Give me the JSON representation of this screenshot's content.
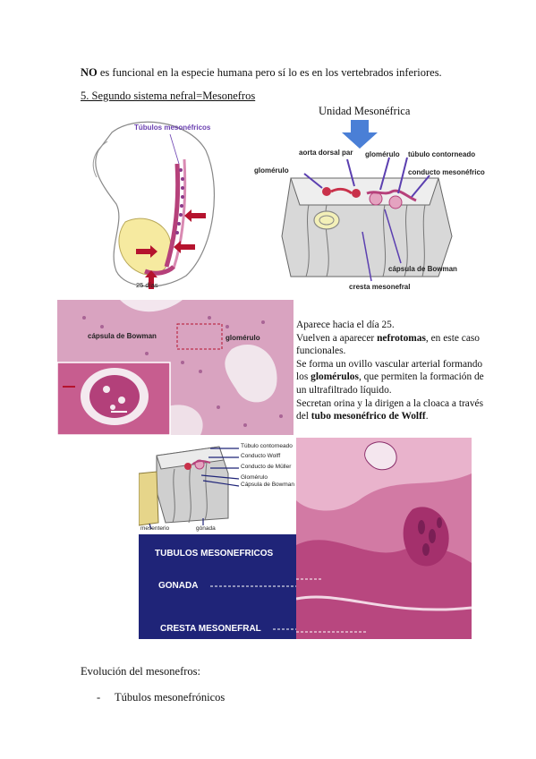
{
  "intro": {
    "bold": "NO",
    "rest": " es funcional en la especie humana pero sí lo es en los vertebrados inferiores."
  },
  "section_heading": "5. Segundo sistema nefral=Mesonefros",
  "embryo_figure": {
    "label_tubulos": "Túbulos mesonéfricos",
    "label_days": "25 días"
  },
  "unit_figure": {
    "title": "Unidad Mesonéfrica",
    "labels": {
      "aorta": "aorta dorsal par",
      "glomerulo_top": "glomérulo",
      "tubulo": "túbulo contorneado",
      "conducto": "conducto mesonéfrico",
      "glomerulo_left": "glomérulo",
      "capsula": "cápsula de Bowman",
      "cresta": "cresta mesonefral"
    }
  },
  "histology1": {
    "label_capsula": "cápsula de Bowman",
    "label_glomerulo": "glomérulo"
  },
  "description": {
    "l1": "Aparece hacia el día 25.",
    "l2a": "Vuelven a aparecer ",
    "l2b": "nefrotomas",
    "l2c": ", en este caso funcionales.",
    "l3a": "Se forma un ovillo vascular arterial formando los ",
    "l3b": "glomérulos",
    "l3c": ", que permiten la formación de un ultrafiltrado líquido.",
    "l4a": "Secretan orina y la dirigen a la cloaca a través del ",
    "l4b": "tubo mesonéfrico de Wolff",
    "l4c": "."
  },
  "bottom_figure": {
    "labels": {
      "tubulo": "Túbulo contorneado",
      "wolff": "Conducto Wolff",
      "muller": "Conducto de Müller",
      "glomerulo": "Glomérulo",
      "capsula": "Cápsula de Bowman",
      "mesenterio": "mesenterio",
      "gonada": "gónada"
    },
    "blue_labels": {
      "tubulos": "TUBULOS MESONEFRICOS",
      "gonada": "GONADA",
      "cresta": "CRESTA MESONEFRAL"
    }
  },
  "evolution_heading": "Evolución del mesonefros:",
  "bullets": {
    "dash": "-",
    "item1": "Túbulos mesonefrónicos"
  },
  "colors": {
    "arrow_red": "#b5132e",
    "arrow_blue": "#4a7fd6",
    "label_purple": "#6a3fb0",
    "histology_pink": "#c9769a",
    "banner_blue": "#1f2478"
  }
}
